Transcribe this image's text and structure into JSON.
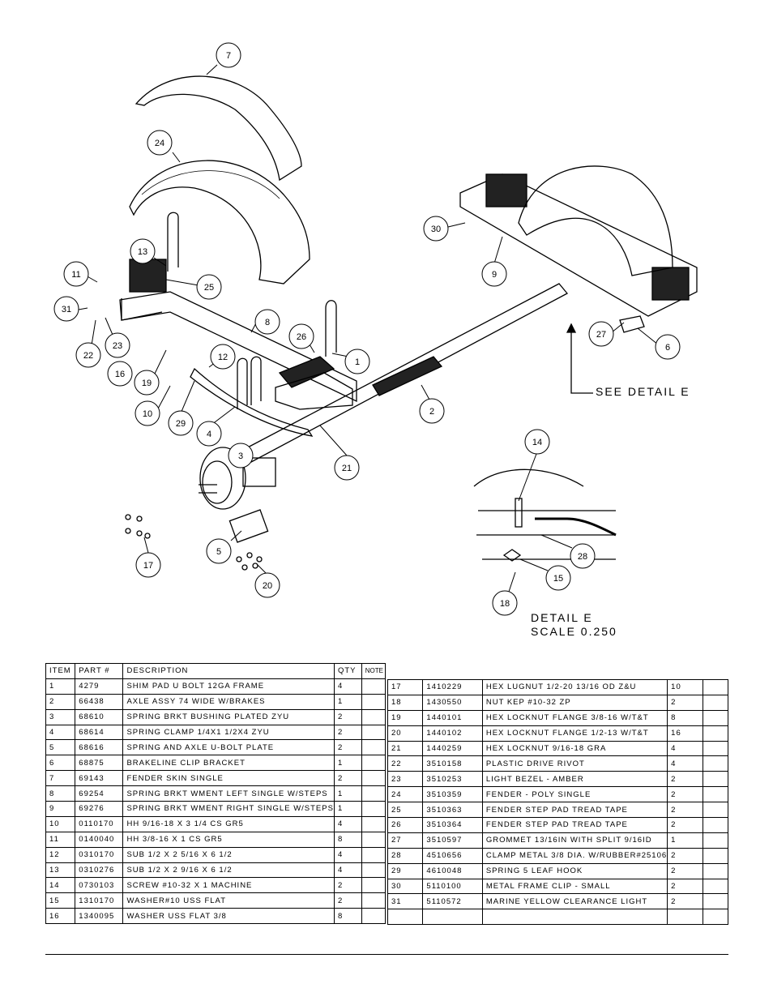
{
  "callouts": [
    "7",
    "24",
    "30",
    "13",
    "9",
    "11",
    "25",
    "31",
    "8",
    "27",
    "6",
    "22",
    "23",
    "26",
    "1",
    "16",
    "19",
    "12",
    "10",
    "29",
    "4",
    "2",
    "3",
    "21",
    "14",
    "5",
    "28",
    "17",
    "15",
    "20",
    "18"
  ],
  "see_detail_label": "SEE DETAIL  E",
  "detail_title": "DETAIL  E",
  "detail_scale": "SCALE  0.250",
  "bom": {
    "headers": {
      "item": "ITEM",
      "part": "PART #",
      "desc": "DESCRIPTION",
      "qty": "QTY",
      "note": "NOTE"
    },
    "left_rows": [
      {
        "item": "1",
        "part": "4279",
        "desc": "SHIM PAD   U BOLT 12GA FRAME",
        "qty": "4",
        "note": ""
      },
      {
        "item": "2",
        "part": "66438",
        "desc": "AXLE ASSY 74 WIDE W/BRAKES",
        "qty": "1",
        "note": ""
      },
      {
        "item": "3",
        "part": "68610",
        "desc": "SPRING BRKT BUSHING PLATED ZYU",
        "qty": "2",
        "note": ""
      },
      {
        "item": "4",
        "part": "68614",
        "desc": "SPRING CLAMP   1/4X1 1/2X4  ZYU",
        "qty": "2",
        "note": ""
      },
      {
        "item": "5",
        "part": "68616",
        "desc": "SPRING AND AXLE U-BOLT PLATE",
        "qty": "2",
        "note": ""
      },
      {
        "item": "6",
        "part": "68875",
        "desc": "BRAKELINE CLIP BRACKET",
        "qty": "1",
        "note": ""
      },
      {
        "item": "7",
        "part": "69143",
        "desc": "FENDER SKIN SINGLE",
        "qty": "2",
        "note": ""
      },
      {
        "item": "8",
        "part": "69254",
        "desc": "SPRING BRKT WMENT LEFT SINGLE W/STEPS",
        "qty": "1",
        "note": ""
      },
      {
        "item": "9",
        "part": "69276",
        "desc": "SPRING BRKT WMENT RIGHT SINGLE W/STEPS",
        "qty": "1",
        "note": ""
      },
      {
        "item": "10",
        "part": "0110170",
        "desc": "HH 9/16-18 X 3 1/4 CS GR5",
        "qty": "4",
        "note": ""
      },
      {
        "item": "11",
        "part": "0140040",
        "desc": "HH 3/8-16 X 1 CS GR5",
        "qty": "8",
        "note": ""
      },
      {
        "item": "12",
        "part": "0310170",
        "desc": "SUB 1/2 X 2 5/16 X 6 1/2",
        "qty": "4",
        "note": ""
      },
      {
        "item": "13",
        "part": "0310276",
        "desc": "SUB 1/2 X 2 9/16 X 6 1/2",
        "qty": "4",
        "note": ""
      },
      {
        "item": "14",
        "part": "0730103",
        "desc": "SCREW #10-32 X 1 MACHINE",
        "qty": "2",
        "note": ""
      },
      {
        "item": "15",
        "part": "1310170",
        "desc": "WASHER#10 USS FLAT",
        "qty": "2",
        "note": ""
      },
      {
        "item": "16",
        "part": "1340095",
        "desc": "WASHER USS FLAT 3/8",
        "qty": "8",
        "note": ""
      }
    ],
    "right_rows": [
      {
        "item": "17",
        "part": "1410229",
        "desc": "HEX LUGNUT 1/2-20 13/16 OD Z&U",
        "qty": "10",
        "note": ""
      },
      {
        "item": "18",
        "part": "1430550",
        "desc": "NUT KEP #10-32 ZP",
        "qty": "2",
        "note": ""
      },
      {
        "item": "19",
        "part": "1440101",
        "desc": "HEX LOCKNUT FLANGE 3/8-16 W/T&T",
        "qty": "8",
        "note": ""
      },
      {
        "item": "20",
        "part": "1440102",
        "desc": "HEX LOCKNUT FLANGE 1/2-13 W/T&T",
        "qty": "16",
        "note": ""
      },
      {
        "item": "21",
        "part": "1440259",
        "desc": "HEX LOCKNUT 9/16-18 GRA",
        "qty": "4",
        "note": ""
      },
      {
        "item": "22",
        "part": "3510158",
        "desc": "PLASTIC DRIVE RIVOT",
        "qty": "4",
        "note": ""
      },
      {
        "item": "23",
        "part": "3510253",
        "desc": "LIGHT BEZEL - AMBER",
        "qty": "2",
        "note": ""
      },
      {
        "item": "24",
        "part": "3510359",
        "desc": "FENDER - POLY SINGLE",
        "qty": "2",
        "note": ""
      },
      {
        "item": "25",
        "part": "3510363",
        "desc": "FENDER STEP PAD TREAD TAPE",
        "qty": "2",
        "note": ""
      },
      {
        "item": "26",
        "part": "3510364",
        "desc": "FENDER STEP PAD TREAD TAPE",
        "qty": "2",
        "note": ""
      },
      {
        "item": "27",
        "part": "3510597",
        "desc": "GROMMET 13/16IN  WITH SPLIT 9/16ID",
        "qty": "1",
        "note": ""
      },
      {
        "item": "28",
        "part": "4510656",
        "desc": "CLAMP METAL 3/8 DIA. W/RUBBER#25106",
        "qty": "2",
        "note": ""
      },
      {
        "item": "29",
        "part": "4610048",
        "desc": "SPRING  5 LEAF HOOK",
        "qty": "2",
        "note": ""
      },
      {
        "item": "30",
        "part": "5110100",
        "desc": "METAL FRAME CLIP - SMALL",
        "qty": "2",
        "note": ""
      },
      {
        "item": "31",
        "part": "5110572",
        "desc": "MARINE YELLOW CLEARANCE LIGHT",
        "qty": "2",
        "note": ""
      },
      {
        "item": "",
        "part": "",
        "desc": "",
        "qty": "",
        "note": ""
      }
    ]
  }
}
